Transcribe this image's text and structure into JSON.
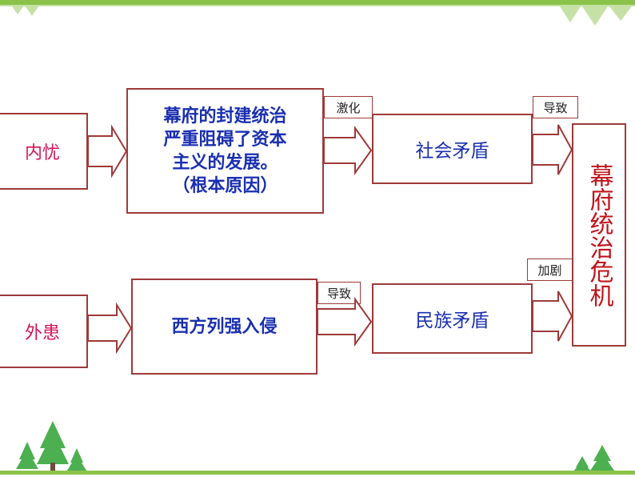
{
  "internal": "内忧",
  "external": "外患",
  "cause_box": [
    "幕府的封建统治",
    "严重阻碍了资本",
    "主义的发展。",
    "（根本原因）"
  ],
  "invasion_box": "西方列强入侵",
  "social_box": "社会矛盾",
  "national_box": "民族矛盾",
  "result_box": "幕府统治危机",
  "label_intensify": "激化",
  "label_lead1": "导致",
  "label_lead2": "导致",
  "label_aggravate": "加剧",
  "colors": {
    "red_text": "#d4145a",
    "blue_text": "#1a2fb0",
    "border": "#9e3a3a",
    "accent_green": "#8bc34a"
  }
}
